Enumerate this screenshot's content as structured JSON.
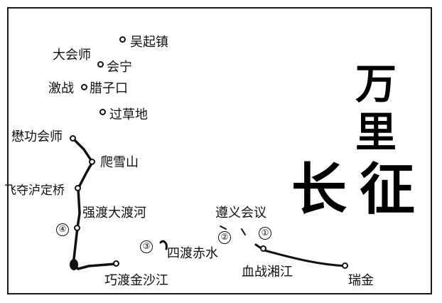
{
  "title": {
    "line1": "万里",
    "line2": "长征"
  },
  "places": {
    "wuqizhen": "吴起镇",
    "dahuishi": "大会师",
    "huining": "会宁",
    "jizhan": "激战",
    "lazikou": "腊子口",
    "guocaodi": "过草地",
    "maogong": "懋功会师",
    "paxueshan": "爬雪山",
    "ludingqiao": "飞夺泸定桥",
    "dadu": "强渡大渡河",
    "jinsha": "巧渡金沙江",
    "chishui": "四渡赤水",
    "zunyi": "遵义会议",
    "xiangjiang": "血战湘江",
    "ruijin": "瑞金"
  },
  "steps": {
    "s1": "①",
    "s2": "②",
    "s3": "③",
    "s4": "④"
  },
  "colors": {
    "ink": "#111111",
    "background": "#ffffff"
  }
}
